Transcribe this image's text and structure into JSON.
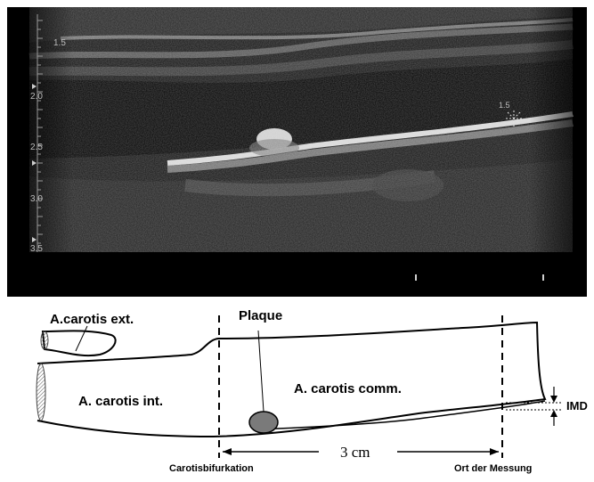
{
  "ultrasound": {
    "depth_scale": [
      "1.5",
      "2.0",
      "2.5",
      "3.0",
      "3.5"
    ],
    "caliper_label": "1.5"
  },
  "diagram": {
    "labels": {
      "ext": "A.carotis ext.",
      "int": "A. carotis int.",
      "comm": "A. carotis comm.",
      "plaque": "Plaque",
      "imd": "IMD",
      "bifurcation": "Carotisbifurkation",
      "distance": "3 cm",
      "measure_site": "Ort der Messung"
    }
  }
}
